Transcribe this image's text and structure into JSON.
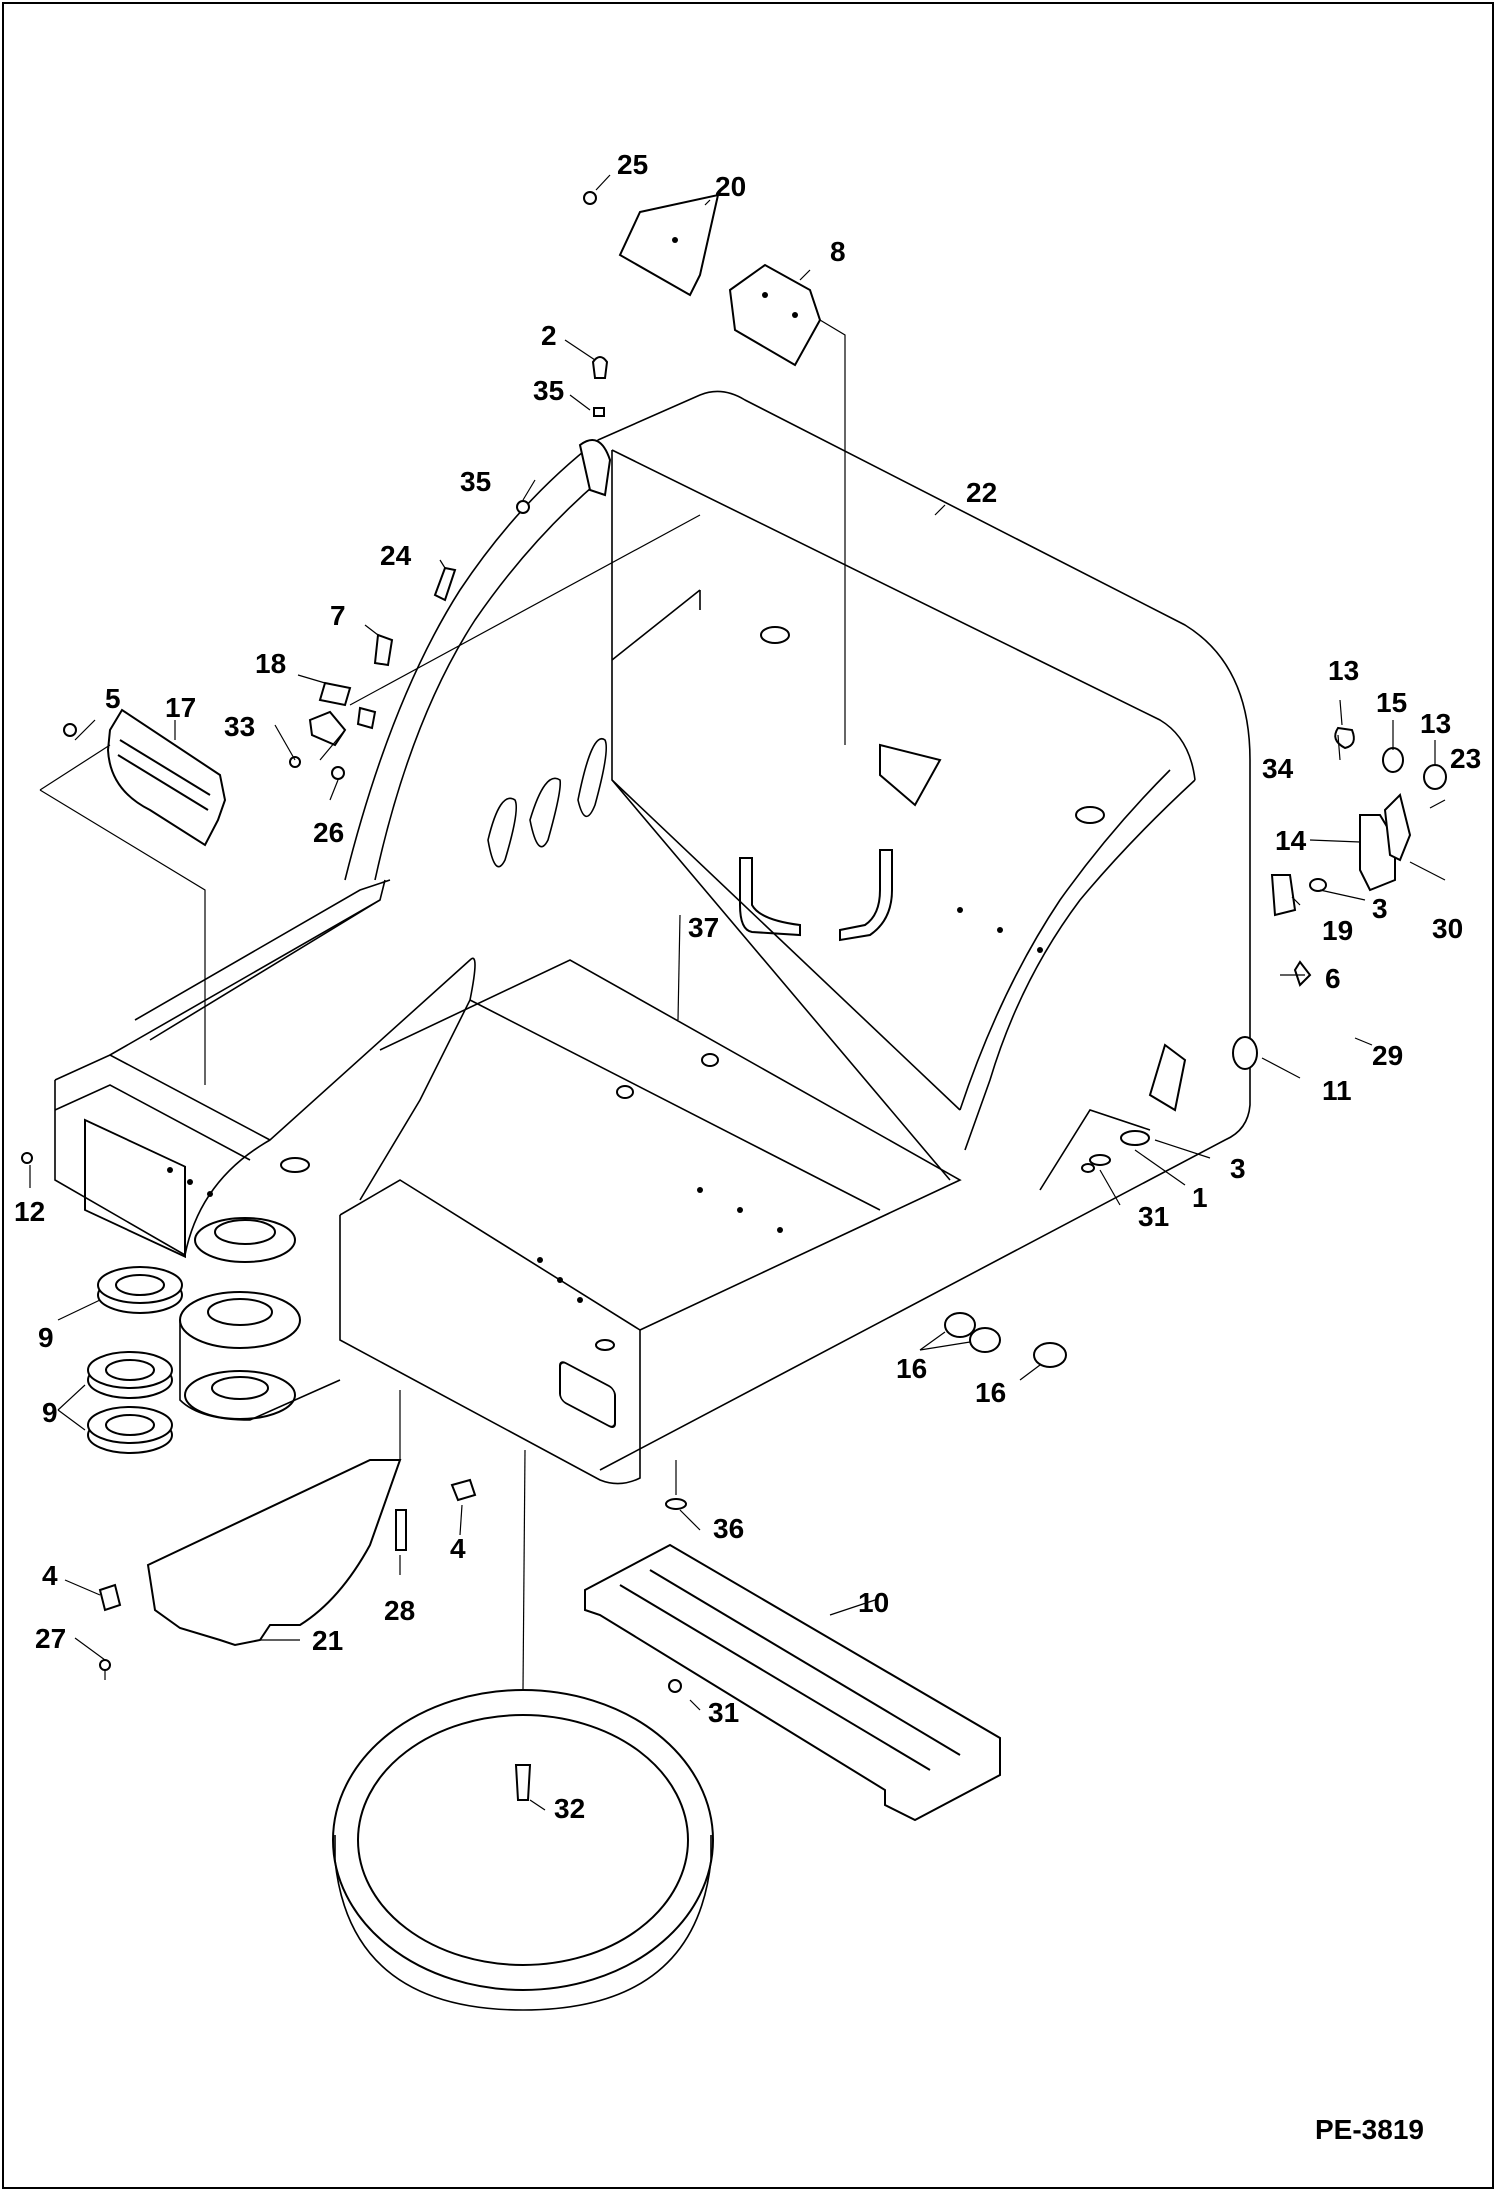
{
  "drawing_code": "PE-3819",
  "callouts": [
    {
      "id": "c25",
      "text": "25"
    },
    {
      "id": "c20",
      "text": "20"
    },
    {
      "id": "c8",
      "text": "8"
    },
    {
      "id": "c2",
      "text": "2"
    },
    {
      "id": "c35a",
      "text": "35"
    },
    {
      "id": "c35b",
      "text": "35"
    },
    {
      "id": "c22",
      "text": "22"
    },
    {
      "id": "c24",
      "text": "24"
    },
    {
      "id": "c7",
      "text": "7"
    },
    {
      "id": "c18",
      "text": "18"
    },
    {
      "id": "c33",
      "text": "33"
    },
    {
      "id": "c26",
      "text": "26"
    },
    {
      "id": "c5",
      "text": "5"
    },
    {
      "id": "c17",
      "text": "17"
    },
    {
      "id": "c13a",
      "text": "13"
    },
    {
      "id": "c15",
      "text": "15"
    },
    {
      "id": "c13b",
      "text": "13"
    },
    {
      "id": "c34",
      "text": "34"
    },
    {
      "id": "c23",
      "text": "23"
    },
    {
      "id": "c14",
      "text": "14"
    },
    {
      "id": "c3a",
      "text": "3"
    },
    {
      "id": "c19",
      "text": "19"
    },
    {
      "id": "c30",
      "text": "30"
    },
    {
      "id": "c37",
      "text": "37"
    },
    {
      "id": "c6",
      "text": "6"
    },
    {
      "id": "c29",
      "text": "29"
    },
    {
      "id": "c11",
      "text": "11"
    },
    {
      "id": "c3b",
      "text": "3"
    },
    {
      "id": "c1",
      "text": "1"
    },
    {
      "id": "c31a",
      "text": "31"
    },
    {
      "id": "c12",
      "text": "12"
    },
    {
      "id": "c9a",
      "text": "9"
    },
    {
      "id": "c9b",
      "text": "9"
    },
    {
      "id": "c16a",
      "text": "16"
    },
    {
      "id": "c16b",
      "text": "16"
    },
    {
      "id": "c36",
      "text": "36"
    },
    {
      "id": "c4a",
      "text": "4"
    },
    {
      "id": "c10",
      "text": "10"
    },
    {
      "id": "c4b",
      "text": "4"
    },
    {
      "id": "c28",
      "text": "28"
    },
    {
      "id": "c27",
      "text": "27"
    },
    {
      "id": "c21",
      "text": "21"
    },
    {
      "id": "c31b",
      "text": "31"
    },
    {
      "id": "c32",
      "text": "32"
    }
  ]
}
